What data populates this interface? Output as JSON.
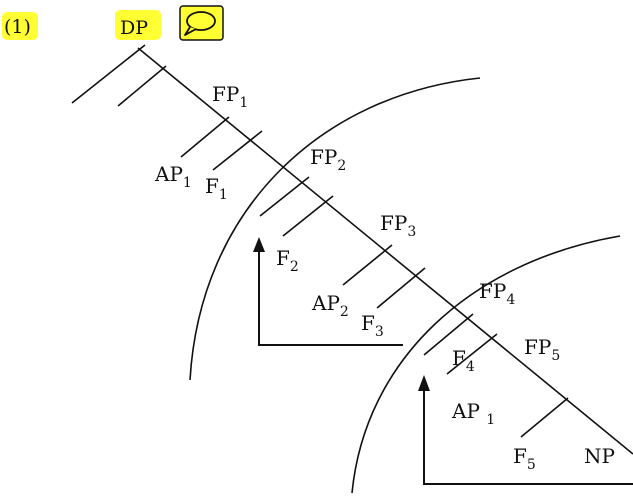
{
  "header": {
    "question_number": "(1)",
    "dp_label": "DP",
    "comment_icon": "speech-bubble-icon",
    "highlight_color": "#ffff33"
  },
  "labels": {
    "fp1": {
      "base": "FP",
      "sub": "1"
    },
    "ap1_top": {
      "base": "AP",
      "sub": "1"
    },
    "f1": {
      "base": "F",
      "sub": "1"
    },
    "fp2": {
      "base": "FP",
      "sub": "2"
    },
    "f2": {
      "base": "F",
      "sub": "2"
    },
    "fp3": {
      "base": "FP",
      "sub": "3"
    },
    "ap2": {
      "base": "AP",
      "sub": "2"
    },
    "f3": {
      "base": "F",
      "sub": "3"
    },
    "fp4": {
      "base": "FP",
      "sub": "4"
    },
    "f4": {
      "base": "F",
      "sub": "4"
    },
    "fp5": {
      "base": "FP",
      "sub": "5"
    },
    "ap1_bottom": {
      "base": "AP ",
      "sub": "1"
    },
    "f5": {
      "base": "F",
      "sub": "5"
    },
    "np": "NP"
  }
}
